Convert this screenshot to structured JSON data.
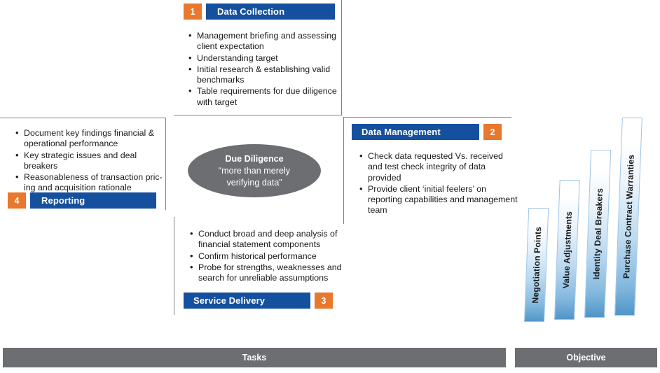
{
  "diagram": {
    "center": {
      "title": "Due Diligence",
      "subtitle_line1": "“more than merely",
      "subtitle_line2": "verifying data”"
    },
    "quadrants": [
      {
        "number": "1",
        "label": "Data Collection",
        "bullets": [
          "Management briefing  and assessing client expectation",
          "Understanding target",
          "Initial research & establishing valid benchmarks",
          "Table requirements for due diligence with target"
        ]
      },
      {
        "number": "2",
        "label": "Data Management",
        "bullets": [
          "Check data requested Vs. received and test check integrity of data provided",
          "Provide client ‘initial feelers’ on reporting capabilities and management team"
        ]
      },
      {
        "number": "3",
        "label": "Service Delivery",
        "bullets": [
          "Conduct broad and deep analysis of financial statement components",
          "Confirm historical performance",
          "Probe for strengths, weaknesses and search for unreliable assumptions"
        ]
      },
      {
        "number": "4",
        "label": "Reporting",
        "bullets": [
          "Document key findings financial & operational performance",
          "Key strategic issues and deal breakers",
          "Reasonableness of transaction pric-ing  and acquisition rationale"
        ]
      }
    ],
    "objective_steps": [
      {
        "label": "Negotiation Points"
      },
      {
        "label": "Value Adjustments"
      },
      {
        "label": "Identity Deal Breakers"
      },
      {
        "label": "Purchase Contract Warranties"
      }
    ],
    "footer": {
      "tasks_label": "Tasks",
      "objective_label": "Objective"
    },
    "colors": {
      "accent_orange": "#E8782D",
      "accent_blue": "#15509E",
      "gray": "#6D6E71",
      "step_blue": "#5096C8",
      "step_border": "#9CC3E5",
      "panel_border": "#808080"
    }
  }
}
